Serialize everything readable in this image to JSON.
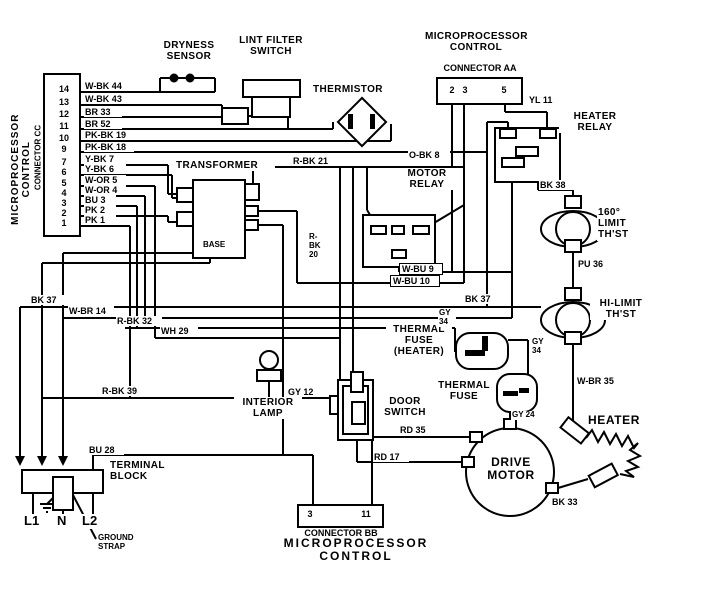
{
  "connector_cc": {
    "control_label": "MICROPROCESSOR\nCONTROL",
    "name_label": "CONNECTOR CC",
    "pins_top": [
      "14",
      "13",
      "12",
      "11",
      "10",
      "9"
    ],
    "pins_bottom": [
      "7",
      "6",
      "5",
      "4",
      "3",
      "2",
      "1"
    ]
  },
  "connector_aa": {
    "title": "MICROPROCESSOR\nCONTROL",
    "name_label": "CONNECTOR AA",
    "pins": [
      "2",
      "3",
      "5"
    ]
  },
  "connector_bb": {
    "name_label": "CONNECTOR BB",
    "title": "MICROPROCESSOR CONTROL",
    "pins": [
      "3",
      "11"
    ]
  },
  "components": {
    "dryness_sensor": "DRYNESS\nSENSOR",
    "lint_filter_switch": "LINT FILTER\nSWITCH",
    "thermistor": "THERMISTOR",
    "heater_relay": "HEATER\nRELAY",
    "limit_160": "160°\nLIMIT\nTH'ST",
    "hi_limit": "HI-LIMIT\nTH'ST",
    "transformer": "TRANSFORMER",
    "transformer_base": "BASE",
    "motor_relay": "MOTOR\nRELAY",
    "thermal_fuse_heater": "THERMAL\nFUSE\n(HEATER)",
    "thermal_fuse": "THERMAL\nFUSE",
    "interior_lamp": "INTERIOR\nLAMP",
    "door_switch": "DOOR\nSWITCH",
    "drive_motor": "DRIVE\nMOTOR",
    "heater": "HEATER",
    "terminal_block": "TERMINAL\nBLOCK",
    "ground_strap": "GROUND\nSTRAP",
    "terminal_l1": "L1",
    "terminal_n": "N",
    "terminal_l2": "L2"
  },
  "wires": {
    "w_bk_44": "W-BK 44",
    "w_bk_43": "W-BK 43",
    "br_33": "BR 33",
    "br_52": "BR 52",
    "pk_bk_19": "PK-BK 19",
    "pk_bk_18": "PK-BK 18",
    "y_bk_7": "Y-BK 7",
    "y_bk_6": "Y-BK 6",
    "w_or_5": "W-OR 5",
    "w_or_4": "W-OR 4",
    "bu_3": "BU 3",
    "pk_2": "PK 2",
    "pk_1": "PK 1",
    "yl_11": "YL 11",
    "r_bk_21": "R-BK 21",
    "o_bk_8": "O-BK 8",
    "r_bk_20": "R-\nBK\n20",
    "bk_38": "BK 38",
    "pu_36": "PU 36",
    "bk_37_left": "BK 37",
    "bk_37_right": "BK 37",
    "w_br_14": "W-BR 14",
    "r_bk_32": "R-BK 32",
    "wh_29": "WH 29",
    "r_bk_39": "R-BK 39",
    "gy_12": "GY 12",
    "w_bu_9": "W-BU 9",
    "w_bu_10": "W-BU 10",
    "gy_34_a": "GY\n34",
    "gy_34_b": "GY\n34",
    "gy_24": "GY 24",
    "rd_35": "RD 35",
    "rd_17": "RD 17",
    "bu_28": "BU 28",
    "w_br_35": "W-BR 35",
    "bk_33": "BK 33"
  },
  "colors": {
    "line": "#000000",
    "background": "#ffffff"
  }
}
